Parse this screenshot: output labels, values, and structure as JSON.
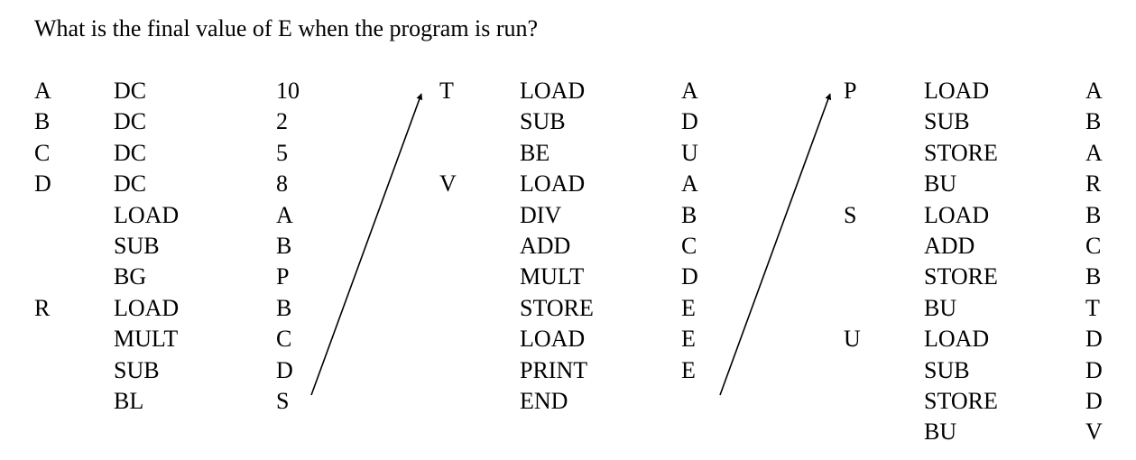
{
  "question": "What is the final value of E when the program is run?",
  "columns": [
    {
      "id": "c1",
      "rows": [
        "A",
        "B",
        "C",
        "D",
        "",
        "",
        "",
        "R",
        "",
        "",
        ""
      ]
    },
    {
      "id": "c2",
      "rows": [
        "DC",
        "DC",
        "DC",
        "DC",
        "LOAD",
        "SUB",
        "BG",
        "LOAD",
        "MULT",
        "SUB",
        "BL"
      ]
    },
    {
      "id": "c3",
      "rows": [
        "10",
        "2",
        "5",
        "8",
        "A",
        "B",
        "P",
        "B",
        "C",
        "D",
        "S"
      ]
    },
    {
      "id": "c4",
      "rows": [
        "T",
        "",
        "",
        "V",
        "",
        "",
        "",
        "",
        "",
        "",
        ""
      ]
    },
    {
      "id": "c5",
      "rows": [
        "LOAD",
        "SUB",
        "BE",
        "LOAD",
        "DIV",
        "ADD",
        "MULT",
        "STORE",
        "LOAD",
        "PRINT",
        "END"
      ]
    },
    {
      "id": "c6",
      "rows": [
        "A",
        "D",
        "U",
        "A",
        "B",
        "C",
        "D",
        "E",
        "E",
        "E",
        ""
      ]
    },
    {
      "id": "c7",
      "rows": [
        "P",
        "",
        "",
        "",
        "S",
        "",
        "",
        "",
        "U",
        "",
        "",
        ""
      ]
    },
    {
      "id": "c8",
      "rows": [
        "LOAD",
        "SUB",
        "STORE",
        "BU",
        "LOAD",
        "ADD",
        "STORE",
        "BU",
        "LOAD",
        "SUB",
        "STORE",
        "BU"
      ]
    },
    {
      "id": "c9",
      "rows": [
        "A",
        "B",
        "A",
        "R",
        "B",
        "C",
        "B",
        "T",
        "D",
        "D",
        "D",
        "V"
      ]
    }
  ]
}
